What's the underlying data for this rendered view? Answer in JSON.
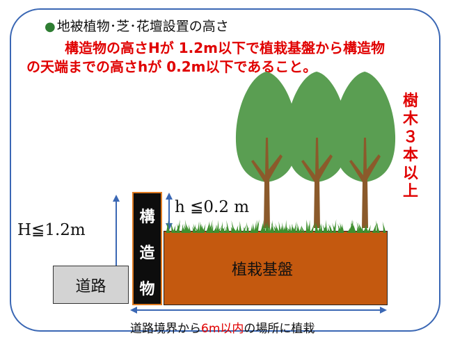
{
  "heading": {
    "bullet": "●",
    "text": "地被植物･芝･花壇設置の高さ"
  },
  "requirement": {
    "line1": "構造物の高さHが 1.2m以下で植栽基盤から構造物",
    "line2": "の天端までの高さhが 0.2m以下であること。"
  },
  "trees_note": "樹木３本以上",
  "road_label": "道路",
  "structure_label": [
    "構",
    "造",
    "物"
  ],
  "planting_base_label": "植栽基盤",
  "H_constraint": "H≦1.2m",
  "h_constraint": "h ≦0.2 m",
  "distance_note": {
    "prefix": "道路境界から",
    "highlight": "6m以内",
    "suffix": "の場所に植栽"
  },
  "colors": {
    "frame": "#3a67b4",
    "arrow": "#3a67b4",
    "requirement": "#e00000",
    "planting_base": "#c4590f",
    "structure": "#0d0d0d",
    "structure_border": "#e07b22",
    "road": "#d3d3d3",
    "foliage": "#5a9e52",
    "trunk": "#8b5a2b",
    "grass": "#3f8f2f"
  },
  "tree_count": 3
}
